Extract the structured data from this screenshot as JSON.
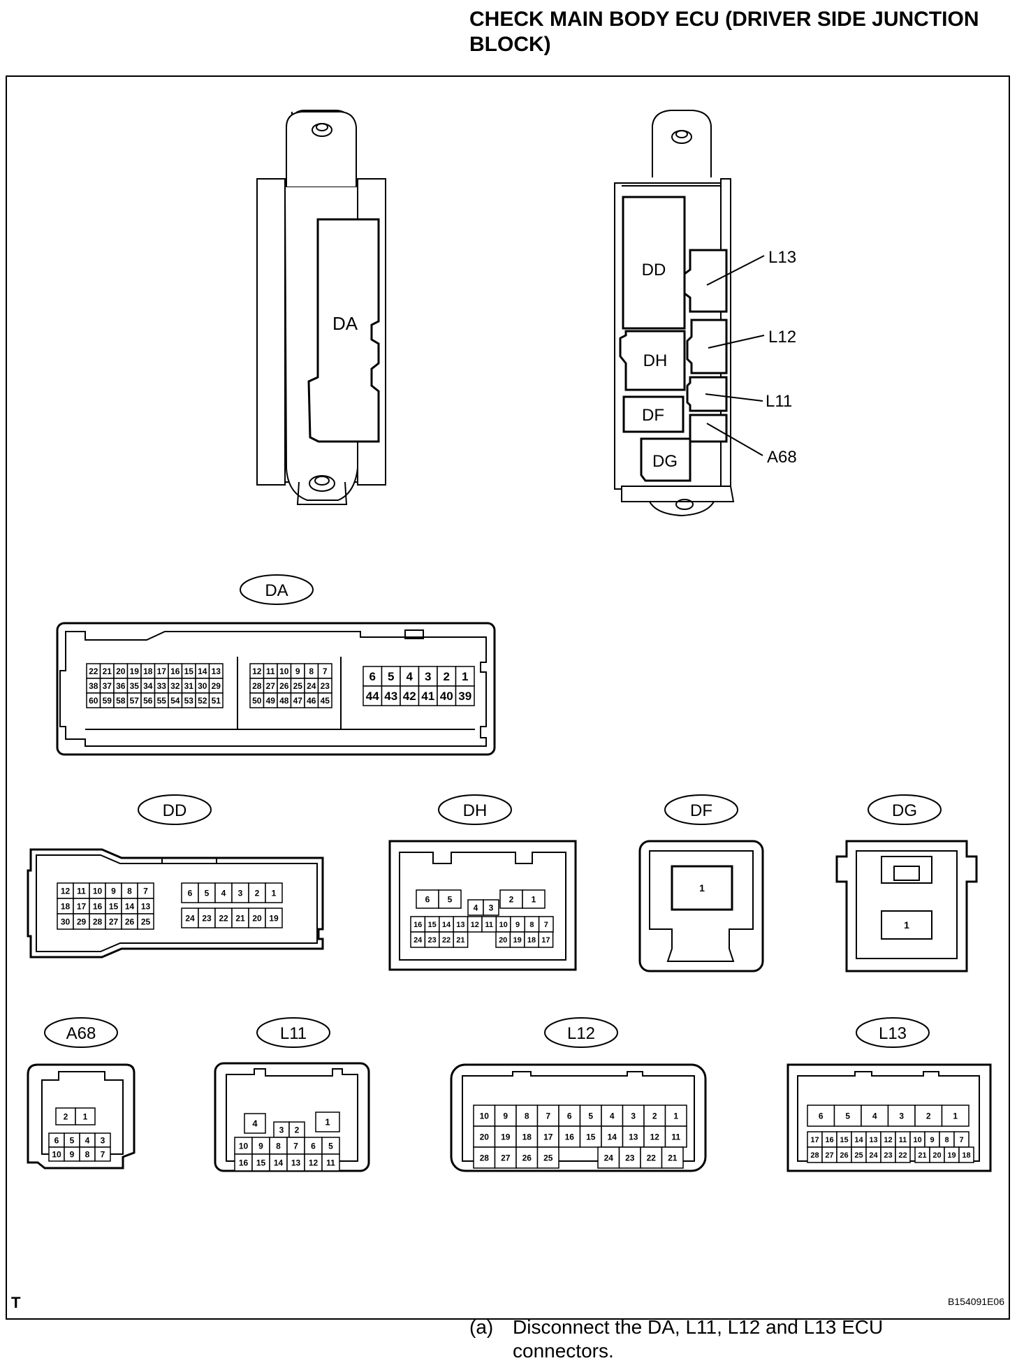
{
  "title": "CHECK MAIN BODY ECU (DRIVER SIDE JUNCTION BLOCK)",
  "corner_mark": "T",
  "figure_code": "B154091E06",
  "caption": {
    "marker": "(a)",
    "text": "Disconnect the DA, L11, L12 and L13 ECU connectors."
  },
  "overview": {
    "left_block_label": "DA",
    "right_block_labels": {
      "DD": "DD",
      "DH": "DH",
      "DF": "DF",
      "DG": "DG"
    },
    "callouts": {
      "L13": "L13",
      "L12": "L12",
      "L11": "L11",
      "A68": "A68"
    }
  },
  "connectors": {
    "DA": {
      "name": "DA",
      "group1": [
        [
          "22",
          "21",
          "20",
          "19",
          "18",
          "17",
          "16",
          "15",
          "14",
          "13"
        ],
        [
          "38",
          "37",
          "36",
          "35",
          "34",
          "33",
          "32",
          "31",
          "30",
          "29"
        ],
        [
          "60",
          "59",
          "58",
          "57",
          "56",
          "55",
          "54",
          "53",
          "52",
          "51"
        ]
      ],
      "group2": [
        [
          "12",
          "11",
          "10",
          "9",
          "8",
          "7"
        ],
        [
          "28",
          "27",
          "26",
          "25",
          "24",
          "23"
        ],
        [
          "50",
          "49",
          "48",
          "47",
          "46",
          "45"
        ]
      ],
      "group3": [
        [
          "6",
          "5",
          "4",
          "3",
          "2",
          "1"
        ],
        [
          "44",
          "43",
          "42",
          "41",
          "40",
          "39"
        ]
      ]
    },
    "DD": {
      "name": "DD",
      "left": [
        [
          "12",
          "11",
          "10",
          "9",
          "8",
          "7"
        ],
        [
          "18",
          "17",
          "16",
          "15",
          "14",
          "13"
        ],
        [
          "30",
          "29",
          "28",
          "27",
          "26",
          "25"
        ]
      ],
      "right": [
        [
          "6",
          "5",
          "4",
          "3",
          "2",
          "1"
        ],
        [
          "24",
          "23",
          "22",
          "21",
          "20",
          "19"
        ]
      ]
    },
    "DH": {
      "name": "DH",
      "top_left": [
        "6",
        "5"
      ],
      "mid": [
        "4",
        "3"
      ],
      "top_right": [
        "2",
        "1"
      ],
      "row1": [
        "16",
        "15",
        "14",
        "13",
        "12",
        "11",
        "10",
        "9",
        "8",
        "7"
      ],
      "row2_left": [
        "24",
        "23",
        "22",
        "21"
      ],
      "row2_right": [
        "20",
        "19",
        "18",
        "17"
      ]
    },
    "DF": {
      "name": "DF",
      "pin": "1"
    },
    "DG": {
      "name": "DG",
      "pin": "1"
    },
    "A68": {
      "name": "A68",
      "top": [
        "2",
        "1"
      ],
      "row1": [
        "6",
        "5",
        "4",
        "3"
      ],
      "row2": [
        "10",
        "9",
        "8",
        "7"
      ]
    },
    "L11": {
      "name": "L11",
      "p4": "4",
      "mid": [
        "3",
        "2"
      ],
      "p1": "1",
      "row1": [
        "10",
        "9",
        "8",
        "7",
        "6",
        "5"
      ],
      "row2": [
        "16",
        "15",
        "14",
        "13",
        "12",
        "11"
      ]
    },
    "L12": {
      "name": "L12",
      "row1": [
        "10",
        "9",
        "8",
        "7",
        "6",
        "5",
        "4",
        "3",
        "2",
        "1"
      ],
      "row2": [
        "20",
        "19",
        "18",
        "17",
        "16",
        "15",
        "14",
        "13",
        "12",
        "11"
      ],
      "row3_left": [
        "28",
        "27",
        "26",
        "25"
      ],
      "row3_right": [
        "24",
        "23",
        "22",
        "21"
      ]
    },
    "L13": {
      "name": "L13",
      "row1": [
        "6",
        "5",
        "4",
        "3",
        "2",
        "1"
      ],
      "row2": [
        "17",
        "16",
        "15",
        "14",
        "13",
        "12",
        "11",
        "10",
        "9",
        "8",
        "7"
      ],
      "row3_left": [
        "28",
        "27",
        "26",
        "25",
        "24",
        "23",
        "22"
      ],
      "row3_right": [
        "21",
        "20",
        "19",
        "18"
      ]
    }
  }
}
